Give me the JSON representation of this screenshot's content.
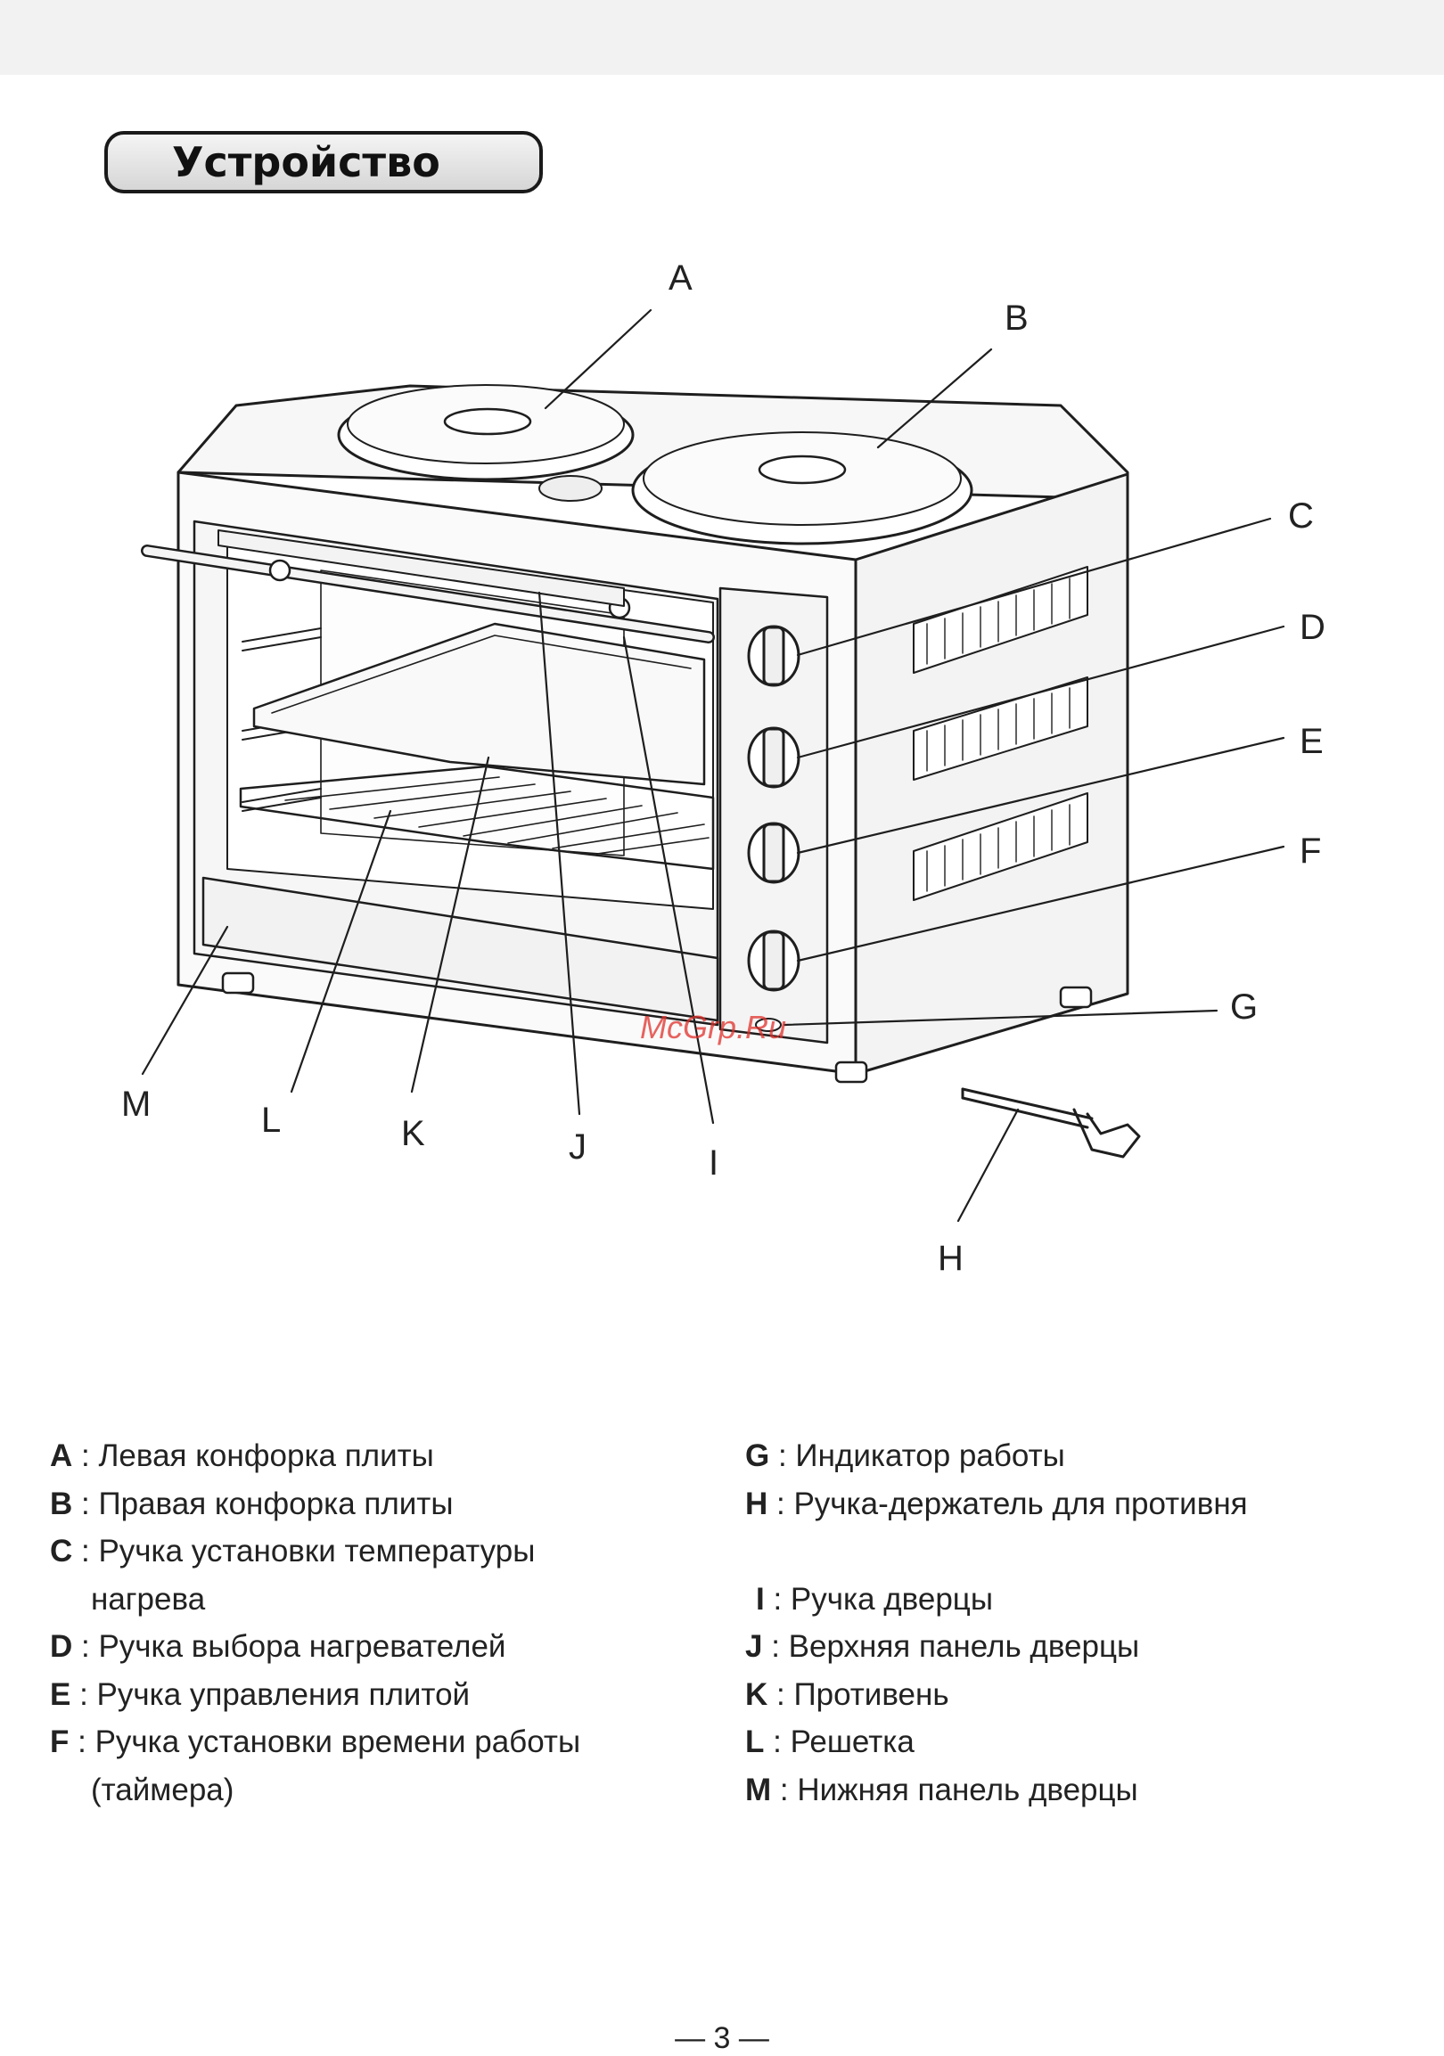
{
  "section_title": "Устройство",
  "diagram_labels": [
    {
      "id": "A",
      "text": "A"
    },
    {
      "id": "B",
      "text": "B"
    },
    {
      "id": "C",
      "text": "C"
    },
    {
      "id": "D",
      "text": "D"
    },
    {
      "id": "E",
      "text": "E"
    },
    {
      "id": "F",
      "text": "F"
    },
    {
      "id": "G",
      "text": "G"
    },
    {
      "id": "H",
      "text": "H"
    },
    {
      "id": "I",
      "text": "I"
    },
    {
      "id": "J",
      "text": "J"
    },
    {
      "id": "K",
      "text": "K"
    },
    {
      "id": "L",
      "text": "L"
    },
    {
      "id": "M",
      "text": "M"
    }
  ],
  "watermark": "McGrp.Ru",
  "legend_left": [
    {
      "key": "A",
      "text": " : Левая конфорка плиты"
    },
    {
      "key": "B",
      "text": " : Правая конфорка плиты"
    },
    {
      "key": "C",
      "text": " : Ручка установки температуры",
      "cont": "нагрева"
    },
    {
      "key": "D",
      "text": " : Ручка выбора нагревателей"
    },
    {
      "key": "E",
      "text": " : Ручка управления плитой"
    },
    {
      "key": "F",
      "text": " : Ручка установки времени работы",
      "cont": "(таймера)"
    }
  ],
  "legend_right": [
    {
      "key": "G",
      "text": " : Индикатор работы"
    },
    {
      "key": "H",
      "text": " : Ручка-держатель для противня"
    },
    {
      "key": "I",
      "text": " : Ручка дверцы"
    },
    {
      "key": "J",
      "text": " : Верхняя панель дверцы"
    },
    {
      "key": "K",
      "text": " : Противень"
    },
    {
      "key": "L",
      "text": " : Решетка"
    },
    {
      "key": "M",
      "text": " : Нижняя панель дверцы"
    }
  ],
  "page_number": "— 3 —"
}
